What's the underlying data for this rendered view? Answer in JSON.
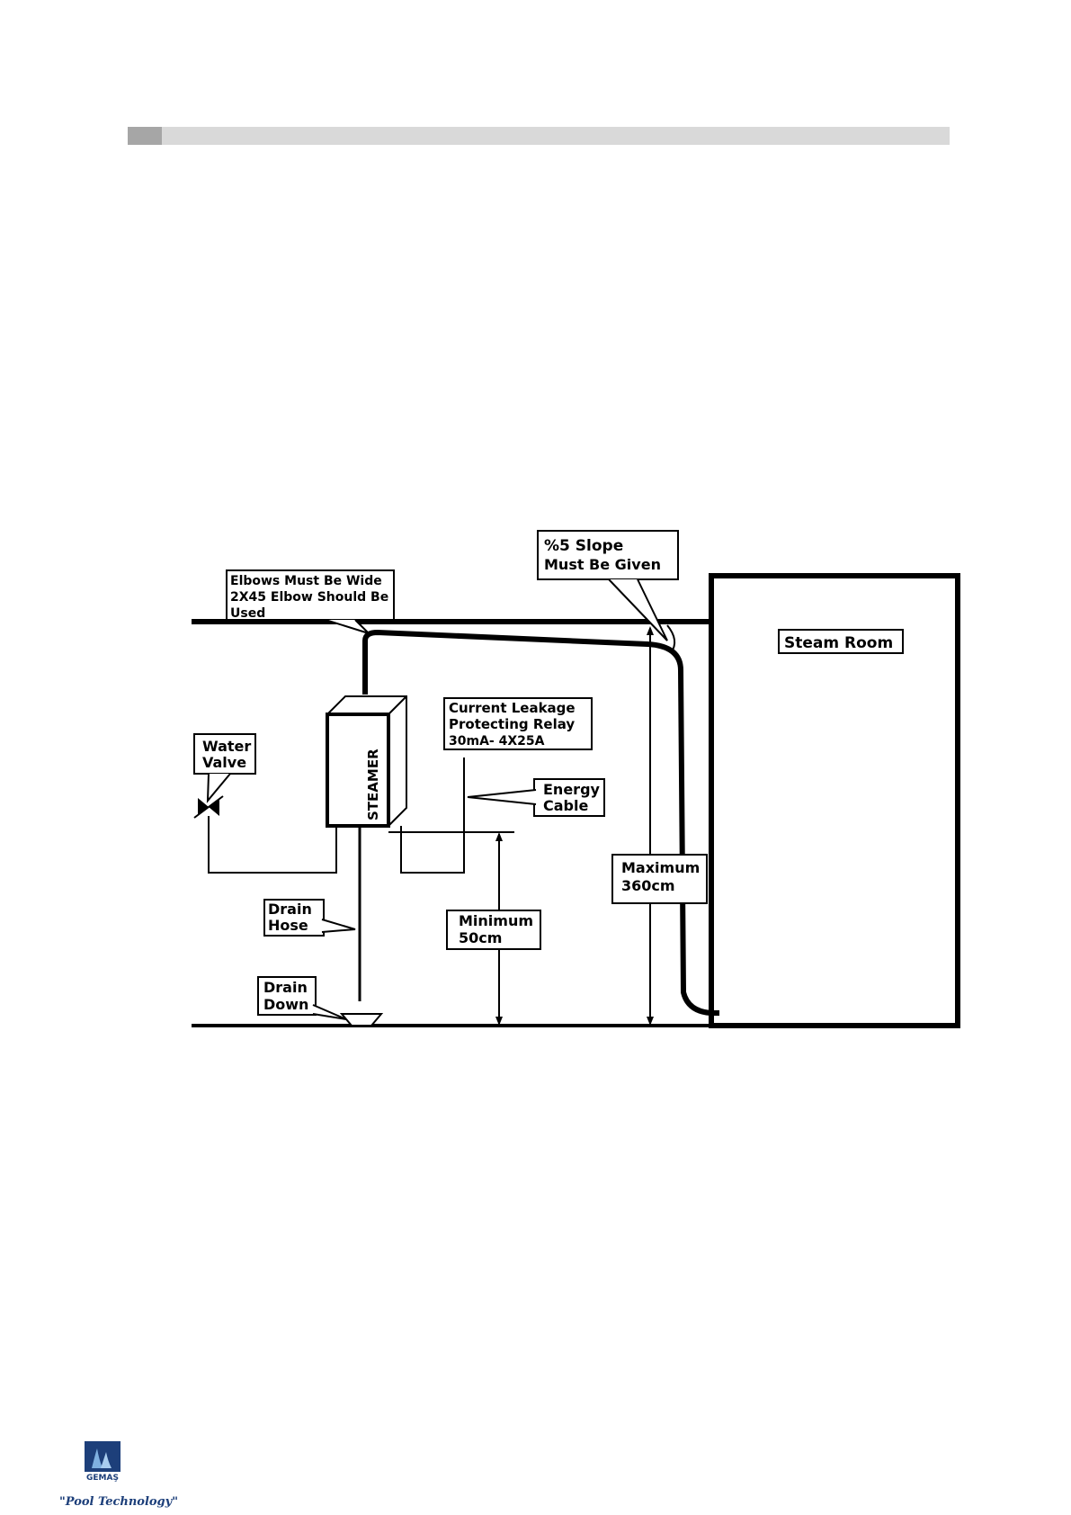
{
  "diagram": {
    "labels": {
      "elbows_line1": "Elbows Must Be Wide",
      "elbows_line2": "2X45 Elbow Should Be",
      "elbows_line3": "Used",
      "slope_line1": "%5 Slope",
      "slope_line2": "Must Be Given",
      "steam_room": "Steam Room",
      "relay_line1": "Current Leakage",
      "relay_line2": "Protecting Relay",
      "relay_line3": "30mA- 4X25A",
      "water_valve_line1": "Water",
      "water_valve_line2": "Valve",
      "steamer": "STEAMER",
      "energy_cable_line1": "Energy",
      "energy_cable_line2": "Cable",
      "maximum_line1": "Maximum",
      "maximum_line2": "360cm",
      "drain_hose_line1": "Drain",
      "drain_hose_line2": "Hose",
      "minimum_line1": "Minimum",
      "minimum_line2": "50cm",
      "drain_down_line1": "Drain",
      "drain_down_line2": "Down"
    }
  },
  "footer": {
    "logo_text": "GEMAŞ",
    "tagline": "\"Pool Technology\""
  },
  "colors": {
    "header_bar": "#d9d9d9",
    "header_accent": "#a6a6a6",
    "logo_blue": "#1d3f7a"
  }
}
